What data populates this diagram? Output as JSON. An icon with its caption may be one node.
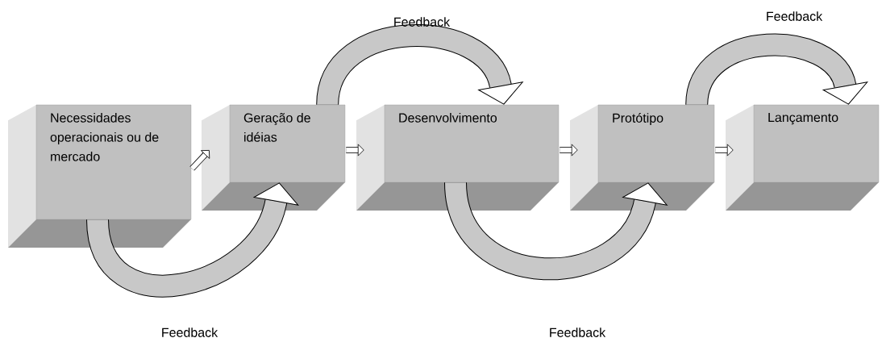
{
  "diagram": {
    "nodes": [
      {
        "text": [
          "Necessidades operacionais ou de mercado"
        ]
      },
      {
        "text": [
          "Geração de idéias"
        ]
      },
      {
        "text": [
          "Desenvolvimento"
        ]
      },
      {
        "text": [
          "Protótipo"
        ]
      },
      {
        "text": [
          "Lançamento"
        ]
      }
    ],
    "edges": [
      {
        "from": 0,
        "to": 1,
        "arrow": "to"
      },
      {
        "from": 1,
        "to": 2,
        "arrow": "to"
      },
      {
        "from": 2,
        "to": 3,
        "arrow": "to"
      },
      {
        "from": 3,
        "to": 4,
        "arrow": "to"
      },
      {
        "from": 0,
        "to": 1,
        "arrow": "to",
        "label": "Feedback",
        "style": "thick"
      },
      {
        "from": 1,
        "to": 2,
        "arrow": "to",
        "label": "Feedback",
        "style": "thick"
      },
      {
        "from": 2,
        "to": 3,
        "arrow": "to",
        "label": "Feedback",
        "style": "thick"
      },
      {
        "from": 3,
        "to": 4,
        "arrow": "to",
        "label": "Feedback",
        "style": "thick"
      }
    ]
  }
}
